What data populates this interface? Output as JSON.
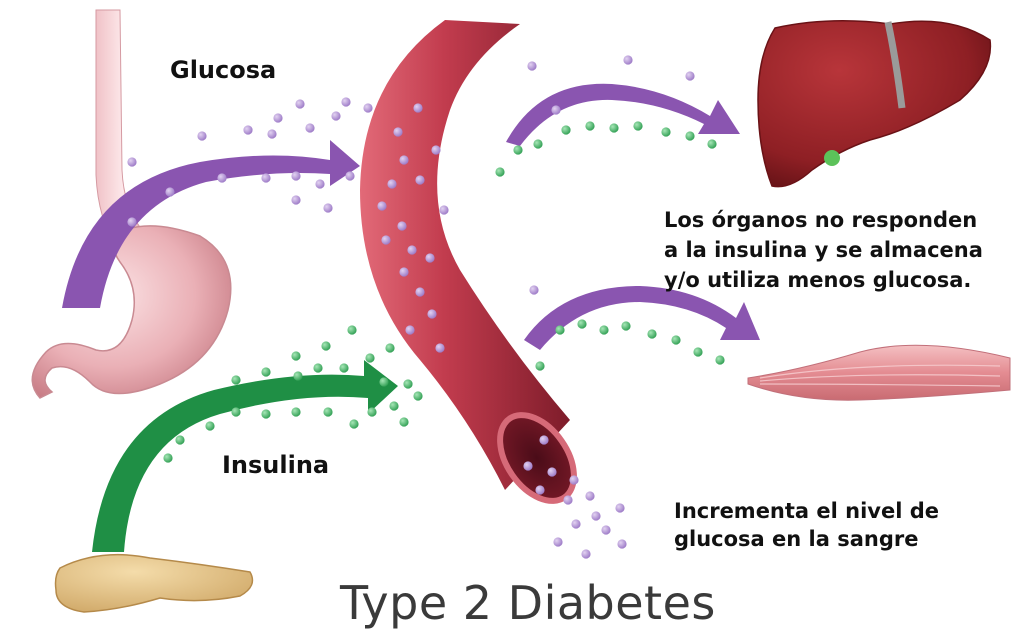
{
  "labels": {
    "glucose": "Glucosa",
    "insulin": "Insulina",
    "organs_line1": "Los órganos no responden",
    "organs_line2": "a la insulina y se almacena",
    "organs_line3": "y/o utiliza menos glucosa.",
    "increase_line1": "Incrementa el nivel de",
    "increase_line2": "glucosa en la sangre"
  },
  "title": "Type 2 Diabetes",
  "colors": {
    "glucose_particle": "#b79ad6",
    "insulin_particle": "#4cb86b",
    "glucose_arrow": "#8a55b0",
    "insulin_arrow": "#1f8f45",
    "blood_vessel": "#b03848",
    "liver": "#8e1f24",
    "stomach": "#eab0b6",
    "muscle": "#e89ca0",
    "pancreas": "#e3c489"
  }
}
